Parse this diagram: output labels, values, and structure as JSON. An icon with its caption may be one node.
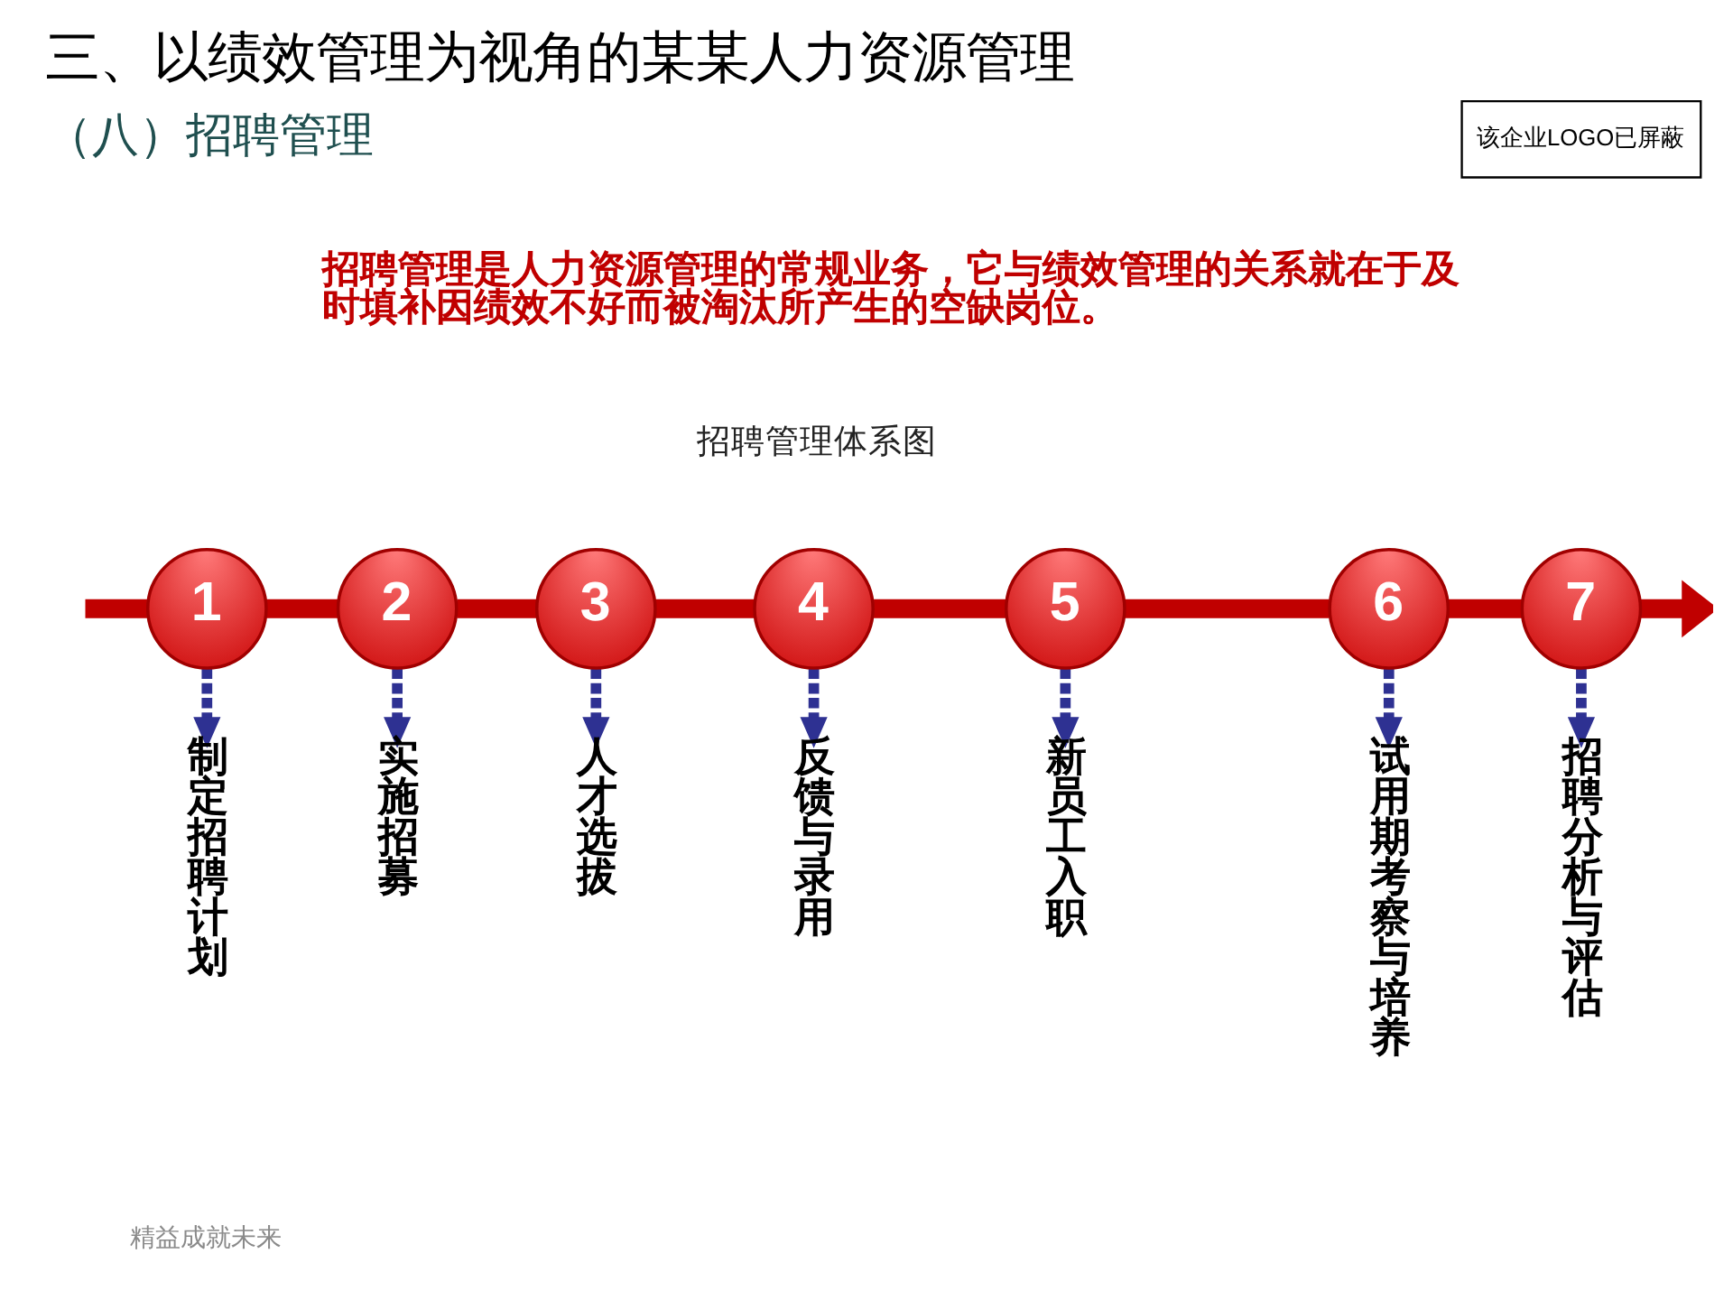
{
  "diagram": {
    "title": "三、以绩效管理为视角的某某人力资源管理",
    "nodes": [
      {
        "text": [
          "该企业LOGO已屏蔽"
        ]
      },
      {
        "text": [
          "1"
        ]
      },
      {
        "text": [
          "2"
        ]
      },
      {
        "text": [
          "3"
        ]
      },
      {
        "text": [
          "4"
        ]
      },
      {
        "text": [
          "5"
        ]
      },
      {
        "text": [
          "6"
        ]
      },
      {
        "text": [
          "7"
        ]
      },
      {
        "text": [
          "制定招聘计划"
        ]
      },
      {
        "text": [
          "实施招募"
        ]
      },
      {
        "text": [
          "人才选拔"
        ]
      },
      {
        "text": [
          "反馈与录用"
        ]
      },
      {
        "text": [
          "新员工入职"
        ]
      },
      {
        "text": [
          "试用期考察与培养"
        ]
      },
      {
        "text": [
          "招聘分析与评估"
        ]
      }
    ],
    "edges": [
      {
        "from": null,
        "to": 1,
        "arrow": "none"
      },
      {
        "from": 1,
        "to": 2,
        "arrow": "none"
      },
      {
        "from": 2,
        "to": 3,
        "arrow": "none"
      },
      {
        "from": 3,
        "to": 4,
        "arrow": "none"
      },
      {
        "from": 4,
        "to": 5,
        "arrow": "none"
      },
      {
        "from": 5,
        "to": 6,
        "arrow": "none"
      },
      {
        "from": 6,
        "to": 7,
        "arrow": "none"
      },
      {
        "from": 7,
        "to": null,
        "arrow": "to"
      },
      {
        "from": 1,
        "to": 8,
        "arrow": "to",
        "style": "dashed",
        "color": "#2e3192"
      },
      {
        "from": 2,
        "to": 9,
        "arrow": "to",
        "style": "dashed",
        "color": "#2e3192"
      },
      {
        "from": 3,
        "to": 10,
        "arrow": "to",
        "style": "dashed",
        "color": "#2e3192"
      },
      {
        "from": 4,
        "to": 11,
        "arrow": "to",
        "style": "dashed",
        "color": "#2e3192"
      },
      {
        "from": 5,
        "to": 12,
        "arrow": "to",
        "style": "dashed",
        "color": "#2e3192"
      },
      {
        "from": 6,
        "to": 13,
        "arrow": "to",
        "style": "dashed",
        "color": "#2e3192"
      },
      {
        "from": 7,
        "to": 14,
        "arrow": "to",
        "style": "dashed",
        "color": "#2e3192"
      }
    ],
    "labels": [
      "（八）招聘管理",
      "招聘管理是人力资源管理的常规业务，它与绩效管理的关系就在于及时填补因绩效不好而被淘汰所产生的空缺岗位。",
      "招聘管理体系图",
      "精益成就未来"
    ]
  }
}
